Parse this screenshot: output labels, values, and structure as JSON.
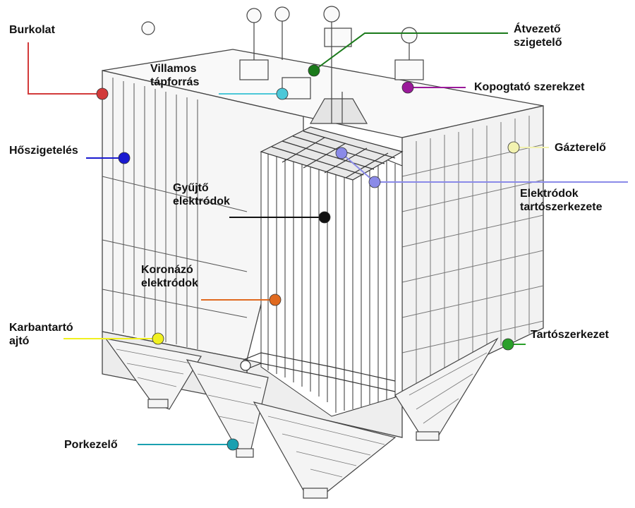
{
  "labels": {
    "burkolat": "Burkolat",
    "villamos": [
      "Villamos",
      "tápforrás"
    ],
    "atvezeto": [
      "Átvezető",
      "szigetelő"
    ],
    "kopogtato": "Kopogtató szerekzet",
    "hoszigeteles": "Hőszigetelés",
    "gazterelo": "Gázterelő",
    "gyujto": [
      "Gyűjtő",
      "elektródok"
    ],
    "elektrodok_tarto": [
      "Elektródok",
      "tartószerkezete"
    ],
    "koronazo": [
      "Koronázó",
      "elektródok"
    ],
    "karbantarto": [
      "Karbantartó",
      "ajtó"
    ],
    "tartoszerkezet": "Tartószerkezet",
    "porkezelo": "Porkezelő"
  },
  "colors": {
    "burkolat": "#d23a3a",
    "villamos": "#4cc8d8",
    "atvezeto": "#1a7a1a",
    "kopogtato": "#9a1a9a",
    "hoszigeteles": "#1a1ad0",
    "gazterelo": "#f2f2b0",
    "gyujto": "#111111",
    "elektrodok_tarto": "#8a8ae8",
    "koronazo": "#e06a20",
    "karbantarto": "#f0f020",
    "tartoszerkezet": "#2aa02a",
    "porkezelo": "#1aa0b0",
    "structure_line": "#444444",
    "structure_fill": "#f6f6f6"
  }
}
